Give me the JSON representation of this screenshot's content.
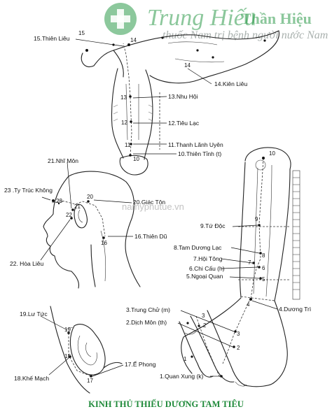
{
  "brand": {
    "name_left": "Trung Hiếu",
    "name_right": "Thần Hiệu",
    "tagline": "thuốc Nam trị bệnh người nước Nam",
    "color_green": "#2e9b4a",
    "color_grey": "#9aa3a0"
  },
  "watermark": "namyphutue.vn",
  "title": "KINH THỦ THIẾU DƯƠNG TAM TIÊU",
  "title_color": "#1f8a3a",
  "points": {
    "p1": {
      "num": "1",
      "label": "1.Quan Xung (k)"
    },
    "p2": {
      "num": "2",
      "label": "2.Dịch Môn (th)"
    },
    "p3": {
      "num": "3",
      "label": "3.Trung Chử (m)"
    },
    "p4": {
      "num": "4",
      "label": "4.Dương Trì"
    },
    "p5": {
      "num": "5",
      "label": "5.Ngoại Quan"
    },
    "p6": {
      "num": "6",
      "label": "6.Chi Cấu (h)"
    },
    "p7": {
      "num": "7",
      "label": "7.Hội Tông"
    },
    "p8": {
      "num": "8",
      "label": "8.Tam Dương Lạc"
    },
    "p9": {
      "num": "9",
      "label": "9.Tứ Độc"
    },
    "p10": {
      "num": "10",
      "label": "10.Thiên Tỉnh (t)"
    },
    "p11": {
      "num": "11",
      "label": "11.Thanh Lãnh Uyên"
    },
    "p12": {
      "num": "12",
      "label": "12.Tiêu Lạc"
    },
    "p13": {
      "num": "13",
      "label": "13.Nhu Hội"
    },
    "p14": {
      "num": "14",
      "label": "14.Kiên Liêu"
    },
    "p15": {
      "num": "15",
      "label": "15.Thiên Liêu"
    },
    "p16": {
      "num": "16",
      "label": "16.Thiên Dũ"
    },
    "p17": {
      "num": "17",
      "label": "17.Ế Phong"
    },
    "p18": {
      "num": "18",
      "label": "18.Khế Mạch"
    },
    "p19": {
      "num": "19",
      "label": "19.Lư Tức"
    },
    "p20": {
      "num": "20",
      "label": "20.Giác Tôn"
    },
    "p21": {
      "num": "21",
      "label": "21.Nhĩ Môn"
    },
    "p22": {
      "num": "22",
      "label": "22. Hòa Liêu"
    },
    "p23": {
      "num": "23",
      "label": "23 .Ty Trúc Không"
    }
  }
}
